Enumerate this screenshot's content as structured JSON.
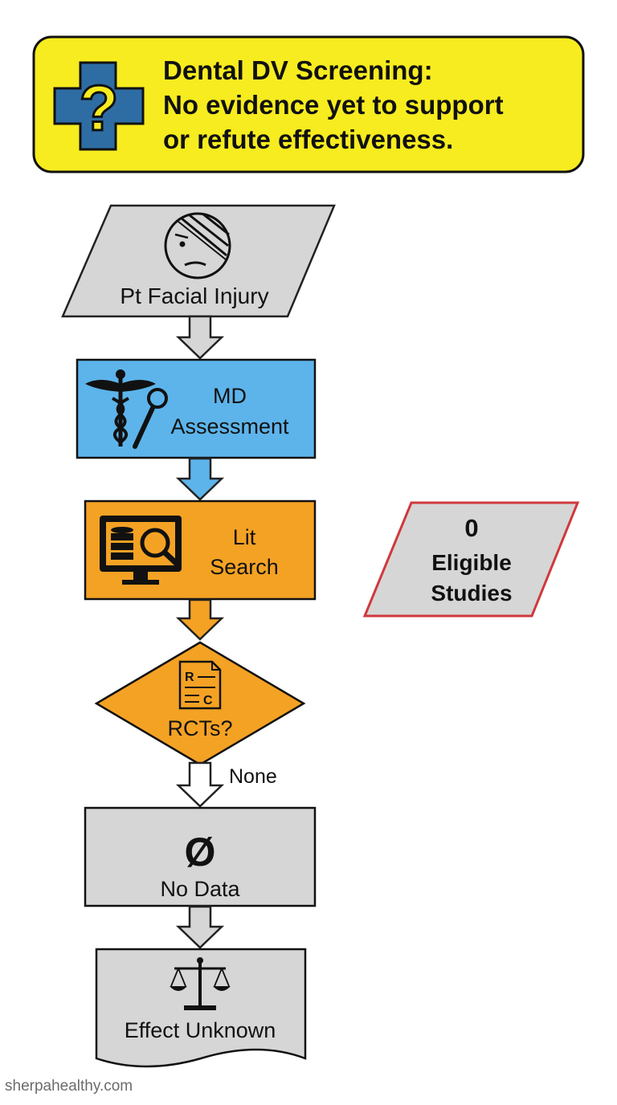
{
  "banner": {
    "line1": "Dental DV Screening:",
    "line2": "No evidence yet to support",
    "line3": "or refute effectiveness.",
    "icon": "medical-cross-question-icon",
    "fill": "#F7EC1F"
  },
  "steps": {
    "facial_injury": {
      "label": "Pt Facial Injury",
      "icon": "bandaged-face-icon"
    },
    "md_assessment": {
      "line1": "MD",
      "line2": "Assessment",
      "icon": "caduceus-mirror-icon"
    },
    "lit_search": {
      "line1": "Lit",
      "line2": "Search",
      "icon": "database-search-monitor-icon"
    },
    "rcts": {
      "label": "RCTs?",
      "icon": "rct-document-icon"
    },
    "no_data": {
      "symbol": "Ø",
      "label": "No Data"
    },
    "effect_unknown": {
      "label": "Effect Unknown",
      "icon": "balance-scale-icon"
    }
  },
  "edges": {
    "none_label": "None"
  },
  "side_note": {
    "count": "0",
    "line1": "Eligible",
    "line2": "Studies"
  },
  "colors": {
    "gray": "#D6D6D6",
    "blue": "#5DB4EA",
    "orange": "#F4A224",
    "dark_blue": "#2E6DA4",
    "red_border": "#D0383C"
  },
  "credit": "sherpahealthy.com"
}
